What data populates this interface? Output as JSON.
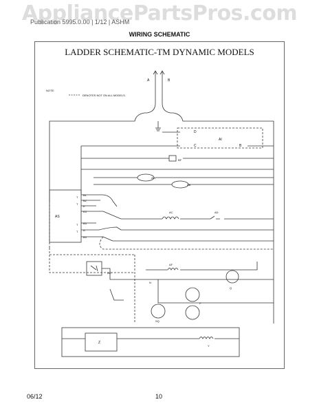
{
  "header": {
    "ref": "Publication 5995.0.00   | 1/12  |  ASHM",
    "title": "WIRING SCHEMATIC"
  },
  "watermark": "AppliancePartsPros.com",
  "schematic": {
    "title": "LADDER SCHEMATIC-TM DYNAMIC MODELS",
    "note_label": "NOTE:",
    "note_text": "DENOTES NOT ON ALL MODELS.",
    "labels": {
      "a": "A",
      "b": "B",
      "d": "D",
      "c": "C",
      "ai": "AI",
      "bl": "B",
      "bf": "BF",
      "aw": "AW",
      "ab": "AB",
      "as": "AS",
      "ac": "AC",
      "ad": "AD",
      "ao": "AO",
      "af": "AF",
      "n": "N",
      "q": "Q",
      "p": "P",
      "sq": "SQ",
      "z": "Z",
      "y": "Y",
      "t1": "T",
      "t2": "T",
      "t3": "T",
      "t4": "T"
    },
    "terminals": [
      "B1",
      "B2",
      "E",
      "E3",
      "B3",
      "A",
      "B5"
    ]
  },
  "footer": {
    "date": "06/12",
    "page": "10"
  }
}
